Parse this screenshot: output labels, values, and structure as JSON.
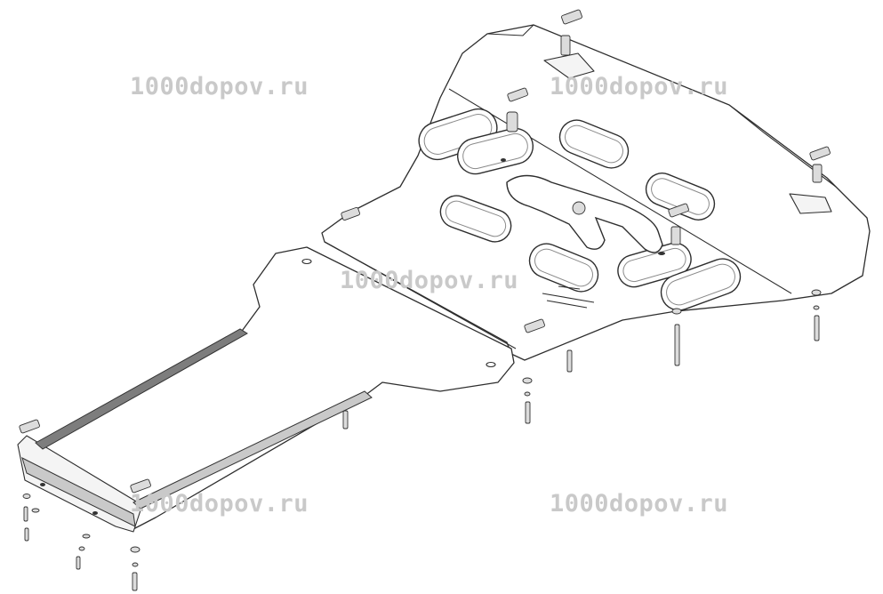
{
  "watermarks": [
    {
      "text": "1000dopov.ru"
    },
    {
      "text": "1000dopov.ru"
    },
    {
      "text": "1000dopov.ru"
    },
    {
      "text": "1000dopov.ru"
    },
    {
      "text": "1000dopov.ru"
    }
  ]
}
